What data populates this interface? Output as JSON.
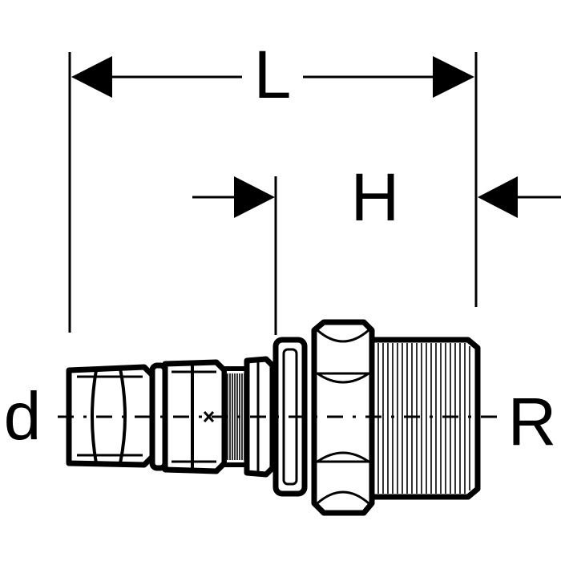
{
  "labels": {
    "length": "L",
    "thread_length": "H",
    "pipe_diameter": "d",
    "thread_size": "R"
  },
  "colors": {
    "ink": "#000000",
    "paper": "#ffffff"
  }
}
